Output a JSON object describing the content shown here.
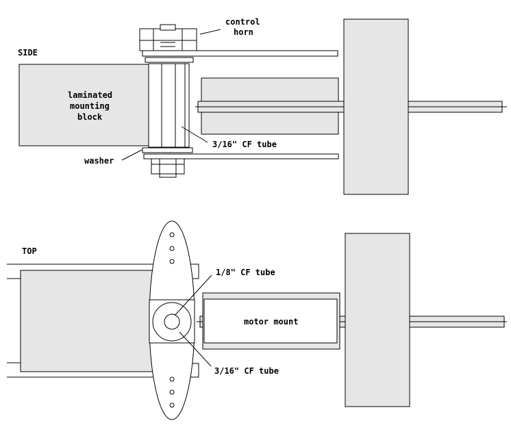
{
  "side_view": {
    "title": "SIDE",
    "labels": {
      "control_horn_line1": "control",
      "control_horn_line2": "horn",
      "block_line1": "laminated",
      "block_line2": "mounting",
      "block_line3": "block",
      "tube": "3/16\" CF tube",
      "washer": "washer"
    }
  },
  "top_view": {
    "title": "TOP",
    "labels": {
      "small_tube": "1/8\" CF tube",
      "motor_mount": "motor mount",
      "tube": "3/16\" CF tube"
    }
  },
  "colors": {
    "part_fill": "#e6e6e6",
    "line": "#000000",
    "background": "#ffffff"
  }
}
